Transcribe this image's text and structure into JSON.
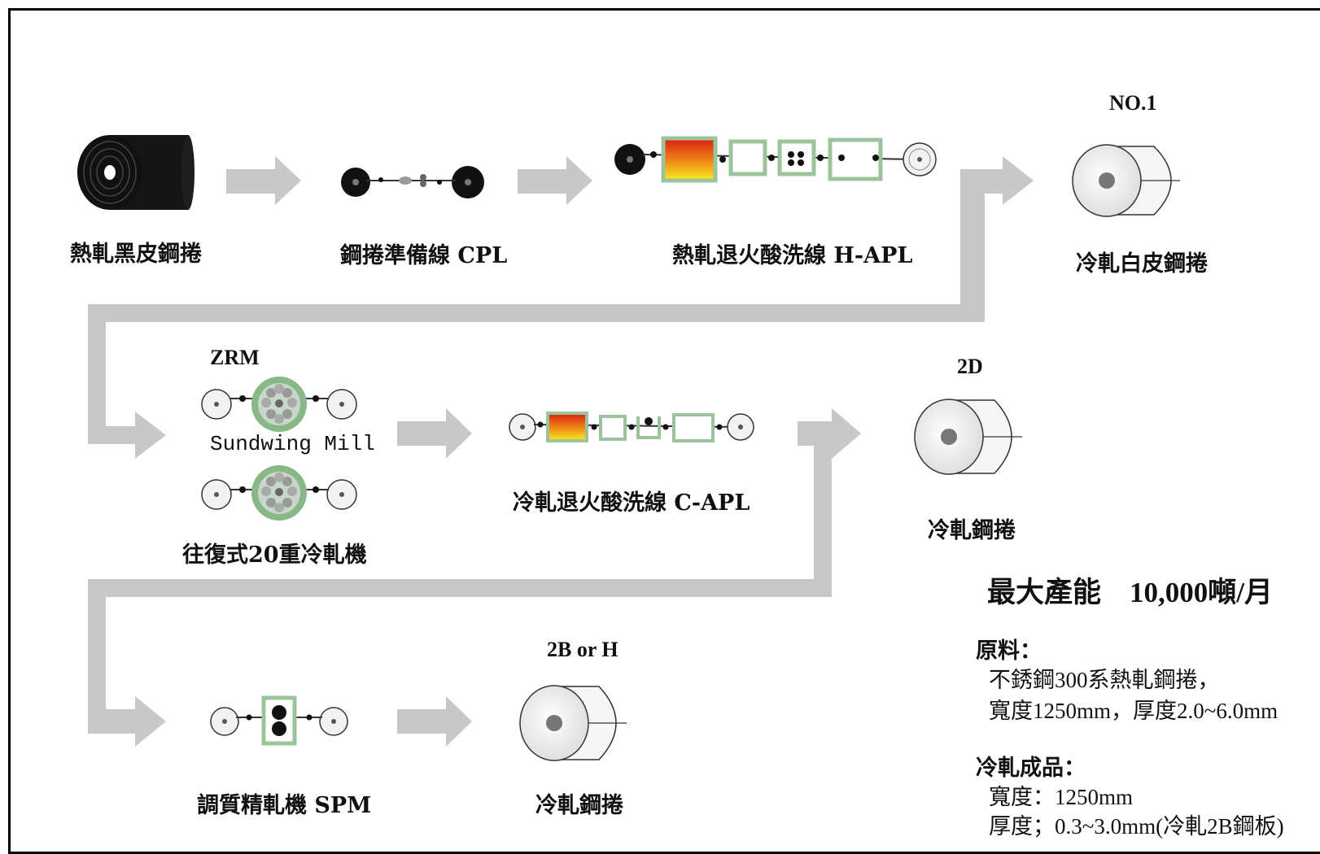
{
  "labels": {
    "hot_rolled_black_coil": "熱軋黑皮鋼捲",
    "cpl": "鋼捲準備線 CPL",
    "hapl": "熱軋退火酸洗線 H-APL",
    "no1_grade": "NO.1",
    "cold_rolled_white_coil": "冷軋白皮鋼捲",
    "zrm": "ZRM",
    "sundwing_mill": "Sundwing Mill",
    "reversing_20hi_mill": "往復式20重冷軋機",
    "capl": "冷軋退火酸洗線 C-APL",
    "grade_2d": "2D",
    "cold_rolled_coil_2d": "冷軋鋼捲",
    "spm": "調質精軋機 SPM",
    "grade_2b_h": "2B or H",
    "cold_rolled_coil_final": "冷軋鋼捲"
  },
  "capacity": "最大產能　10,000噸/月",
  "raw_material": {
    "title": "原料：",
    "lines": [
      "不銹鋼300系熱軋鋼捲，",
      "寬度1250mm，厚度2.0~6.0mm"
    ]
  },
  "cold_rolled_product": {
    "title": "冷軋成品：",
    "lines": [
      "寬度：1250mm",
      "厚度；0.3~3.0mm(冷軋2B鋼板)"
    ]
  },
  "colors": {
    "flow_arrow": "#c8c8c8",
    "box_border": "#9cc49c",
    "furnace_top": "#d81e10",
    "furnace_bottom": "#f8f020",
    "coil_black": "#111111",
    "coil_white": "#f4f4f4",
    "mill_green": "#88b888"
  },
  "icons": [
    "black-coil-icon",
    "white-coil-icon",
    "process-line-icon",
    "mill-icon",
    "flow-arrow-icon"
  ]
}
